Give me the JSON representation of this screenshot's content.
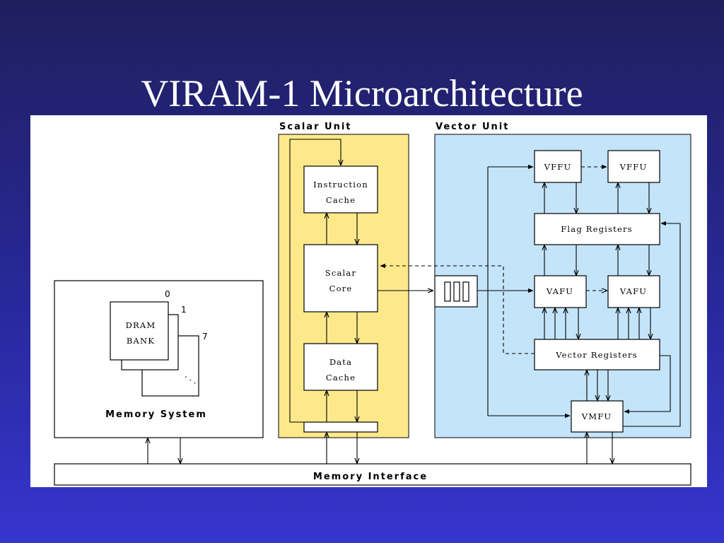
{
  "slide": {
    "title": "VIRAM-1 Microarchitecture"
  },
  "diagram": {
    "scalar_unit": {
      "label": "Scalar Unit",
      "instruction_cache": [
        "Instruction",
        "Cache"
      ],
      "scalar_core": [
        "Scalar",
        "Core"
      ],
      "data_cache": [
        "Data",
        "Cache"
      ]
    },
    "vector_unit": {
      "label": "Vector Unit",
      "vffu": "VFFU",
      "flag_registers": "Flag Registers",
      "vafu": "VAFU",
      "vector_registers": "Vector Registers",
      "vmfu": "VMFU"
    },
    "memory_system": {
      "label": "Memory System",
      "dram_bank": [
        "DRAM",
        "BANK"
      ],
      "bank_first": "0",
      "bank_second": "1",
      "bank_last": "7",
      "ellipsis": ". . ."
    },
    "memory_interface": "Memory Interface"
  },
  "colors": {
    "background_top": "#1f1f5e",
    "background_bottom": "#3535cf",
    "scalar_unit_fill": "#fde98a",
    "vector_unit_fill": "#c4e4fa"
  }
}
